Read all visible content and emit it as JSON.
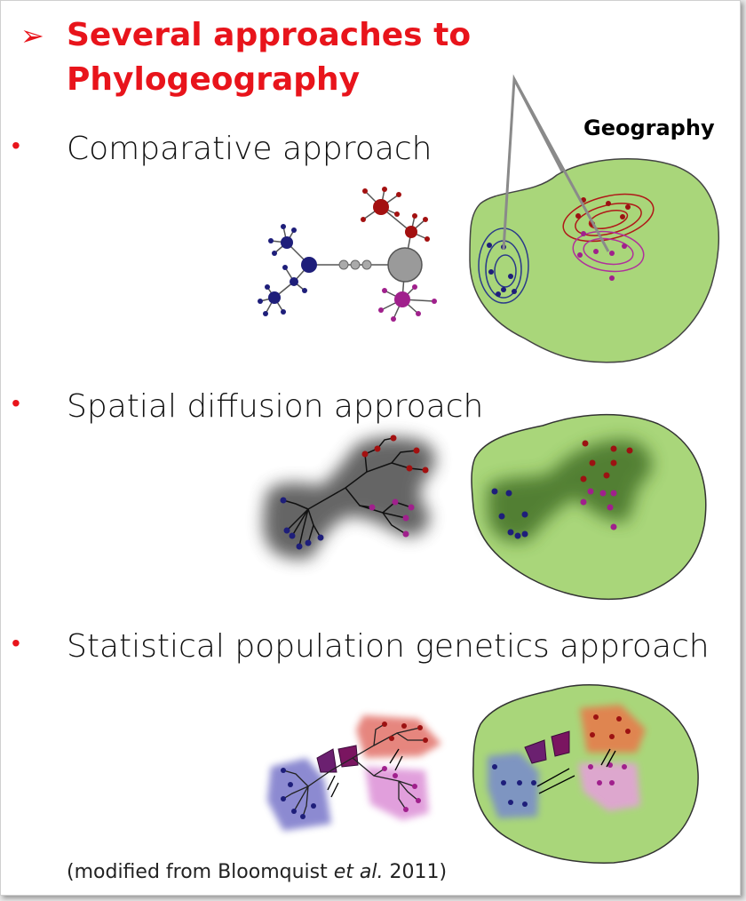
{
  "slide": {
    "arrow_glyph": "➢",
    "title_line1": "Several approaches to",
    "title_line2": "Phylogeography",
    "bullet_glyph": "•",
    "bullets": [
      {
        "label": "Comparative approach"
      },
      {
        "label": "Spatial diffusion approach"
      },
      {
        "label": "Statistical population genetics approach"
      }
    ],
    "geography_label": "Geography",
    "citation": {
      "prefix": "(modified from Bloomquist ",
      "italic": "et al.",
      "suffix": " 2011)"
    }
  },
  "colors": {
    "title_red": "#e8141b",
    "map_green": "#a9d67a",
    "blue": "#1e1e7a",
    "red": "#9c1212",
    "magenta": "#a0208c",
    "gray": "#8a8a8a"
  }
}
